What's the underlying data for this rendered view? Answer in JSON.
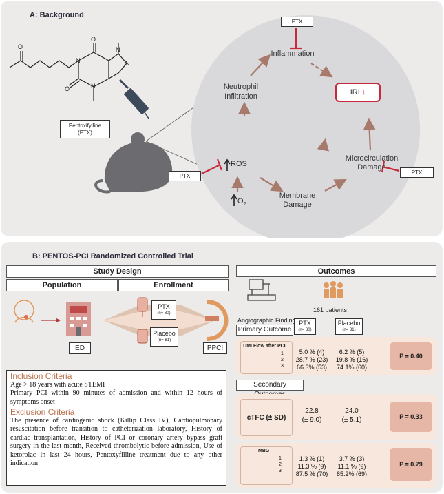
{
  "panel_a": {
    "title": "A: Background",
    "drug_label_line1": "Pentoxifylline",
    "drug_label_line2": "(PTX)",
    "ptx": "PTX",
    "nodes": {
      "inflammation": "Inflammation",
      "neutrophil_line1": "Neutrophil",
      "neutrophil_line2": "Infiltration",
      "iri": "IRI",
      "ros": "ROS",
      "micro_line1": "Microcirculation",
      "micro_line2": "Damage",
      "membrane_line1": "Membrane",
      "membrane_line2": "Damage",
      "o2": "O",
      "o2_sub": "2"
    },
    "colors": {
      "accent_red": "#c8283a",
      "arrow": "#a77a6b",
      "circle": "#d9d9dc"
    }
  },
  "panel_b": {
    "title": "B: PENTOS-PCI Randomized Controlled Trial",
    "study_design": "Study Design",
    "population": "Population",
    "enrollment": "Enrollment",
    "ed": "ED",
    "ppci": "PPCI",
    "ptx_arm": {
      "label": "PTX",
      "n": "(n= 80)"
    },
    "placebo_arm": {
      "label": "Placebo",
      "n": "(n= 81)"
    },
    "inclusion": {
      "heading": "Inclusion Criteria",
      "lines": [
        "Age > 18 years with acute STEMI",
        "Primary PCI within 90 minutes of admission and within 12 hours of symptoms onset"
      ]
    },
    "exclusion": {
      "heading": "Exclusion Criteria",
      "text": "The presence of cardiogenic shock (Killip Class IV), Cardiopulmonary resuscitation before transition to catheterization laboratory, History of cardiac transplantation, History of PCI or coronary artery bypass graft surgery in the last month, Received thrombolytic before admission, Use of ketorolac in last 24 hours, Pentoxyfilline treatment due to any other indication"
    },
    "outcomes": {
      "title": "Outcomes",
      "patients": "161 patients",
      "angiographic": "Angiographic Findings",
      "primary": "Primary Outcome",
      "secondary": "Secondary Outcomes",
      "col_ptx": {
        "label": "PTX",
        "n": "(n= 80)"
      },
      "col_placebo": {
        "label": "Placebo",
        "n": "(n= 81)"
      },
      "timi": {
        "label": "TIMI Flow after PCI",
        "grades": [
          "1",
          "2",
          "3"
        ],
        "ptx": [
          "5.0 % (4)",
          "28.7 % (23)",
          "66.3% (53)"
        ],
        "placebo": [
          "6.2 % (5)",
          "19.8 % (16)",
          "74.1% (60)"
        ],
        "p": "P = 0.40"
      },
      "ctfc": {
        "label": "cTFC (± SD)",
        "ptx": [
          "22.8",
          "(± 9.0)"
        ],
        "placebo": [
          "24.0",
          "(± 5.1)"
        ],
        "p": "P = 0.33"
      },
      "mbg": {
        "label": "MBG",
        "grades": [
          "1",
          "2",
          "3"
        ],
        "ptx": [
          "1.3 % (1)",
          "11.3 % (9)",
          "87.5 % (70)"
        ],
        "placebo": [
          "3.7 % (3)",
          "11.1 % (9)",
          "85.2% (69)"
        ],
        "p": "P = 0.79"
      }
    }
  }
}
